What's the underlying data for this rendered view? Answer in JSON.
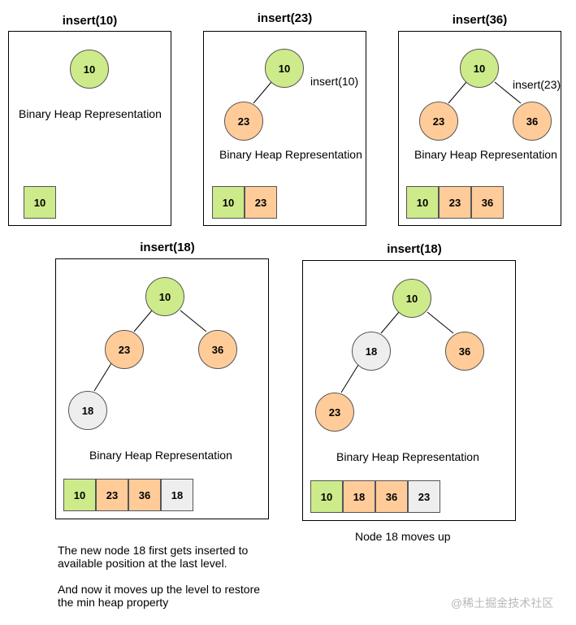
{
  "colors": {
    "green": "#cdeb8b",
    "orange": "#ffcc99",
    "gray": "#eeeeee"
  },
  "panels": [
    {
      "title": "insert(10)",
      "tree_nodes": [
        "10"
      ],
      "side_label": "",
      "caption": "Binary Heap Representation",
      "array": [
        "10"
      ]
    },
    {
      "title": "insert(23)",
      "tree_nodes": [
        "10",
        "23"
      ],
      "side_label": "insert(10)",
      "caption": "Binary Heap Representation",
      "array": [
        "10",
        "23"
      ]
    },
    {
      "title": "insert(36)",
      "tree_nodes": [
        "10",
        "23",
        "36"
      ],
      "side_label": "insert(23)",
      "caption": "Binary Heap Representation",
      "array": [
        "10",
        "23",
        "36"
      ]
    },
    {
      "title": "insert(18)",
      "tree_nodes": [
        "10",
        "23",
        "36",
        "18"
      ],
      "side_label": "",
      "caption": "Binary Heap Representation",
      "array": [
        "10",
        "23",
        "36",
        "18"
      ]
    },
    {
      "title": "insert(18)",
      "tree_nodes": [
        "10",
        "18",
        "36",
        "23"
      ],
      "side_label": "",
      "caption": "Binary Heap Representation",
      "array": [
        "10",
        "18",
        "36",
        "23"
      ]
    }
  ],
  "notes": {
    "left_line1": "The new node 18 first gets inserted to",
    "left_line2": "available position at the last level.",
    "left_line3": "And now it moves up the level to restore",
    "left_line4": "the min heap property",
    "right": "Node 18 moves up"
  },
  "watermark": "@稀土掘金技术社区"
}
